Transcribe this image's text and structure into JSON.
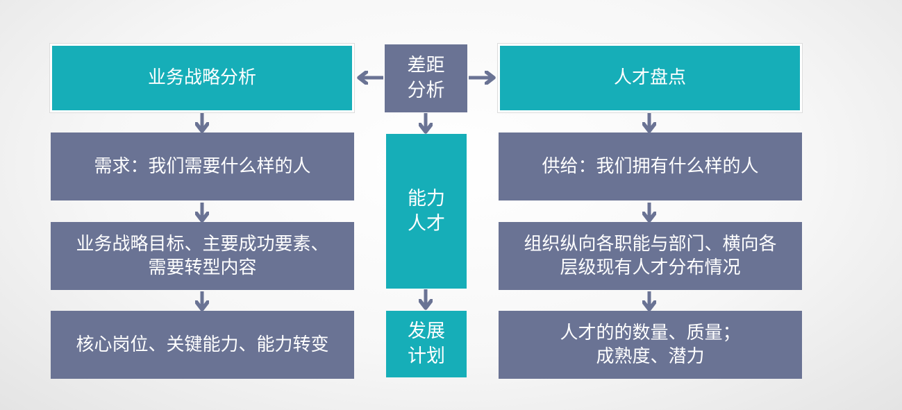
{
  "left_column": {
    "header": "业务战略分析",
    "items": [
      "需求：我们需要什么样的人",
      "业务战略目标、主要成功要素、\n需要转型内容",
      "核心岗位、关键能力、能力转变"
    ]
  },
  "center_column": {
    "header": "差距\n分析",
    "middle": "能力\n人才",
    "bottom": "发展\n计划"
  },
  "right_column": {
    "header": "人才盘点",
    "items": [
      "供给：我们拥有什么样的人",
      "组织纵向各职能与部门、横向各\n层级现有人才分布情况",
      "人才的的数量、质量；\n成熟度、潜力"
    ]
  },
  "colors": {
    "teal": "#16aeb8",
    "slate": "#6a7394",
    "arrow": "#6a7394",
    "text": "#ffffff"
  }
}
